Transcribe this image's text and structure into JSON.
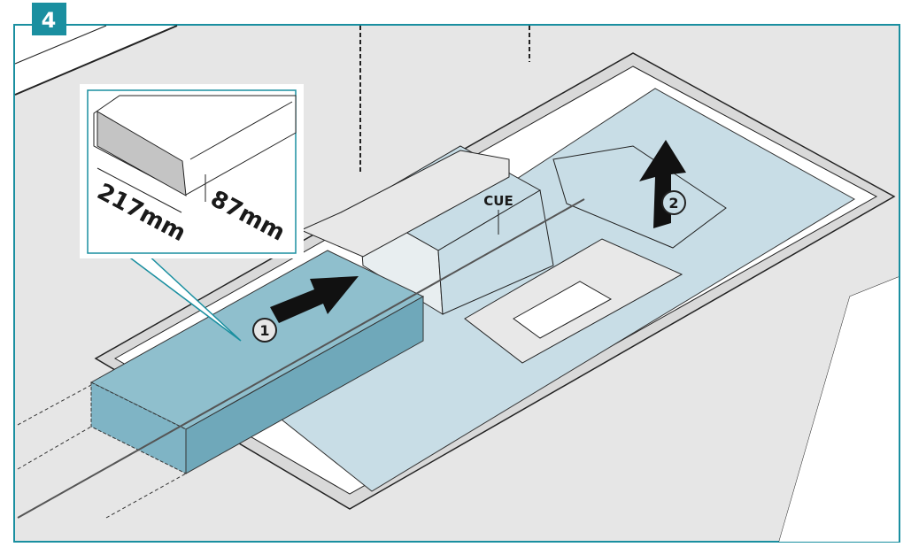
{
  "step": {
    "number": "4"
  },
  "inset": {
    "width_label": "217mm",
    "height_label": "87mm"
  },
  "labels": {
    "unit": "CUE"
  },
  "steps": [
    {
      "number": "1"
    },
    {
      "number": "2"
    }
  ],
  "colors": {
    "accent": "#1a8fa0",
    "panel": "#c8dde6",
    "duct": "#7fb4c5",
    "background": "#e6e6e6"
  }
}
